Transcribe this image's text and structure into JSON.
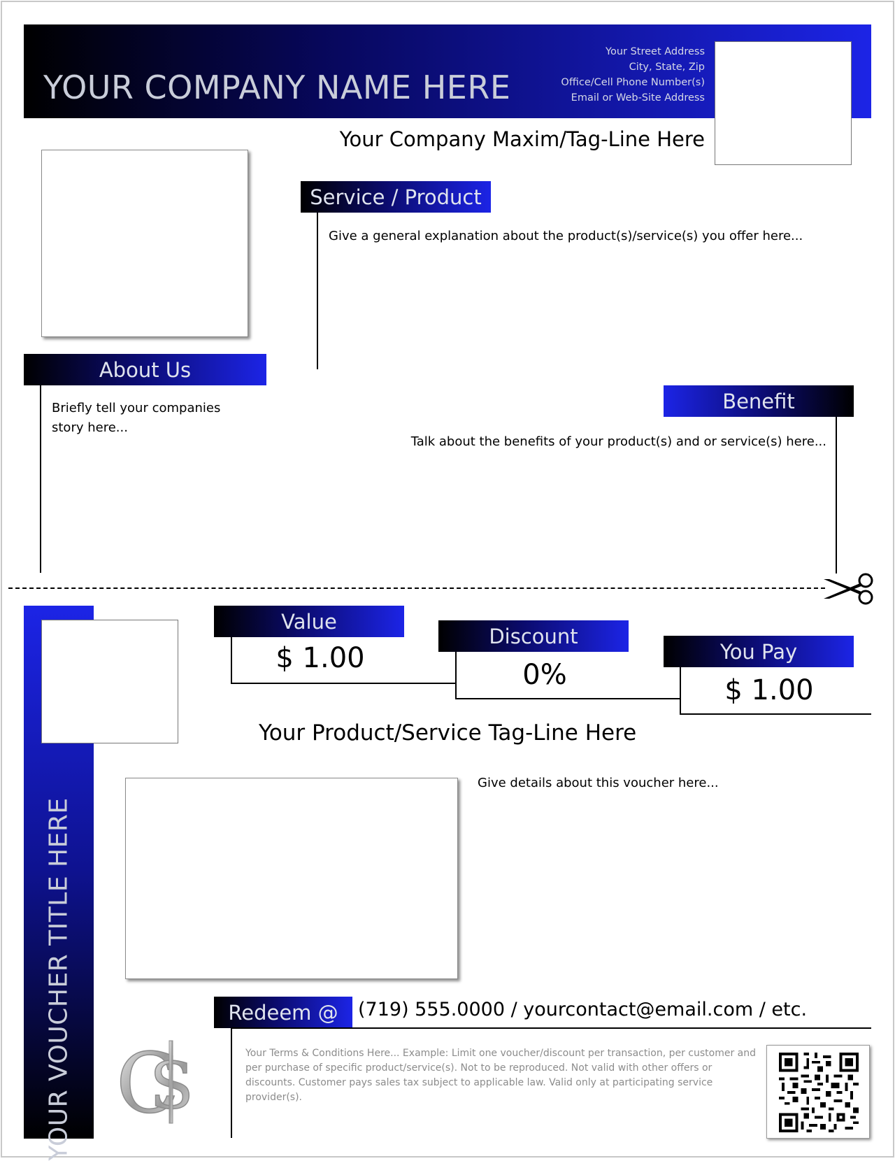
{
  "header": {
    "company_name": "YOUR COMPANY NAME HERE",
    "address_lines": [
      "Your Street Address",
      "City, State, Zip",
      "Office/Cell Phone Number(s)",
      "Email or Web-Site Address"
    ],
    "tagline": "Your Company Maxim/Tag-Line Here"
  },
  "service": {
    "heading": "Service / Product",
    "text": "Give a general explanation about the product(s)/service(s) you offer here..."
  },
  "about": {
    "heading": "About Us",
    "text": "Briefly tell your companies story here..."
  },
  "benefit": {
    "heading": "Benefit",
    "text": "Talk about the benefits of your product(s) and or service(s) here..."
  },
  "voucher": {
    "vertical_title": "YOUR VOUCHER TITLE HERE",
    "value_label": "Value",
    "value_amount": "$ 1.00",
    "discount_label": "Discount",
    "discount_amount": "0%",
    "you_pay_label": "You Pay",
    "you_pay_amount": "$ 1.00",
    "product_tagline": "Your Product/Service Tag-Line Here",
    "details_text": "Give details about this voucher here...",
    "redeem_label": "Redeem @",
    "redeem_contact": "(719) 555.0000  /  yourcontact@email.com  /  etc.",
    "terms_text": "Your Terms & Conditions Here...  Example: Limit one voucher/discount per transaction, per customer and per purchase of specific product/service(s).  Not to be reproduced.  Not valid with other offers or discounts.  Customer pays sales tax subject to applicable law.  Valid only at participating service provider(s).",
    "logo_icon": "cs-monogram-logo",
    "qr_icon": "qr-code-icon",
    "scissors_icon": "scissors-icon"
  },
  "colors": {
    "brand_blue": "#1c24e6",
    "dark": "#000000"
  }
}
